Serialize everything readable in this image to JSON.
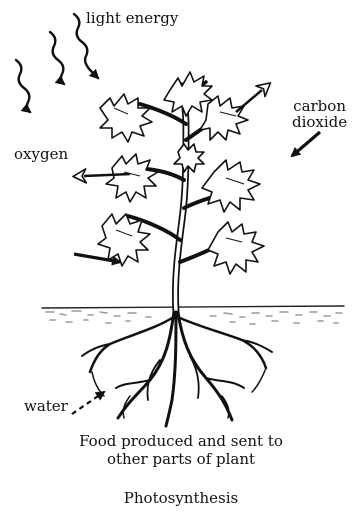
{
  "labels": {
    "light_energy": "light energy",
    "carbon": "carbon",
    "dioxide": "dioxide",
    "oxygen": "oxygen",
    "water": "water"
  },
  "caption": {
    "line1": "Food produced and sent to",
    "line2": "other parts of plant"
  },
  "title": "Photosynthesis",
  "colors": {
    "ink": "#111111",
    "soil": "#9a9a9a",
    "background": "#ffffff"
  }
}
